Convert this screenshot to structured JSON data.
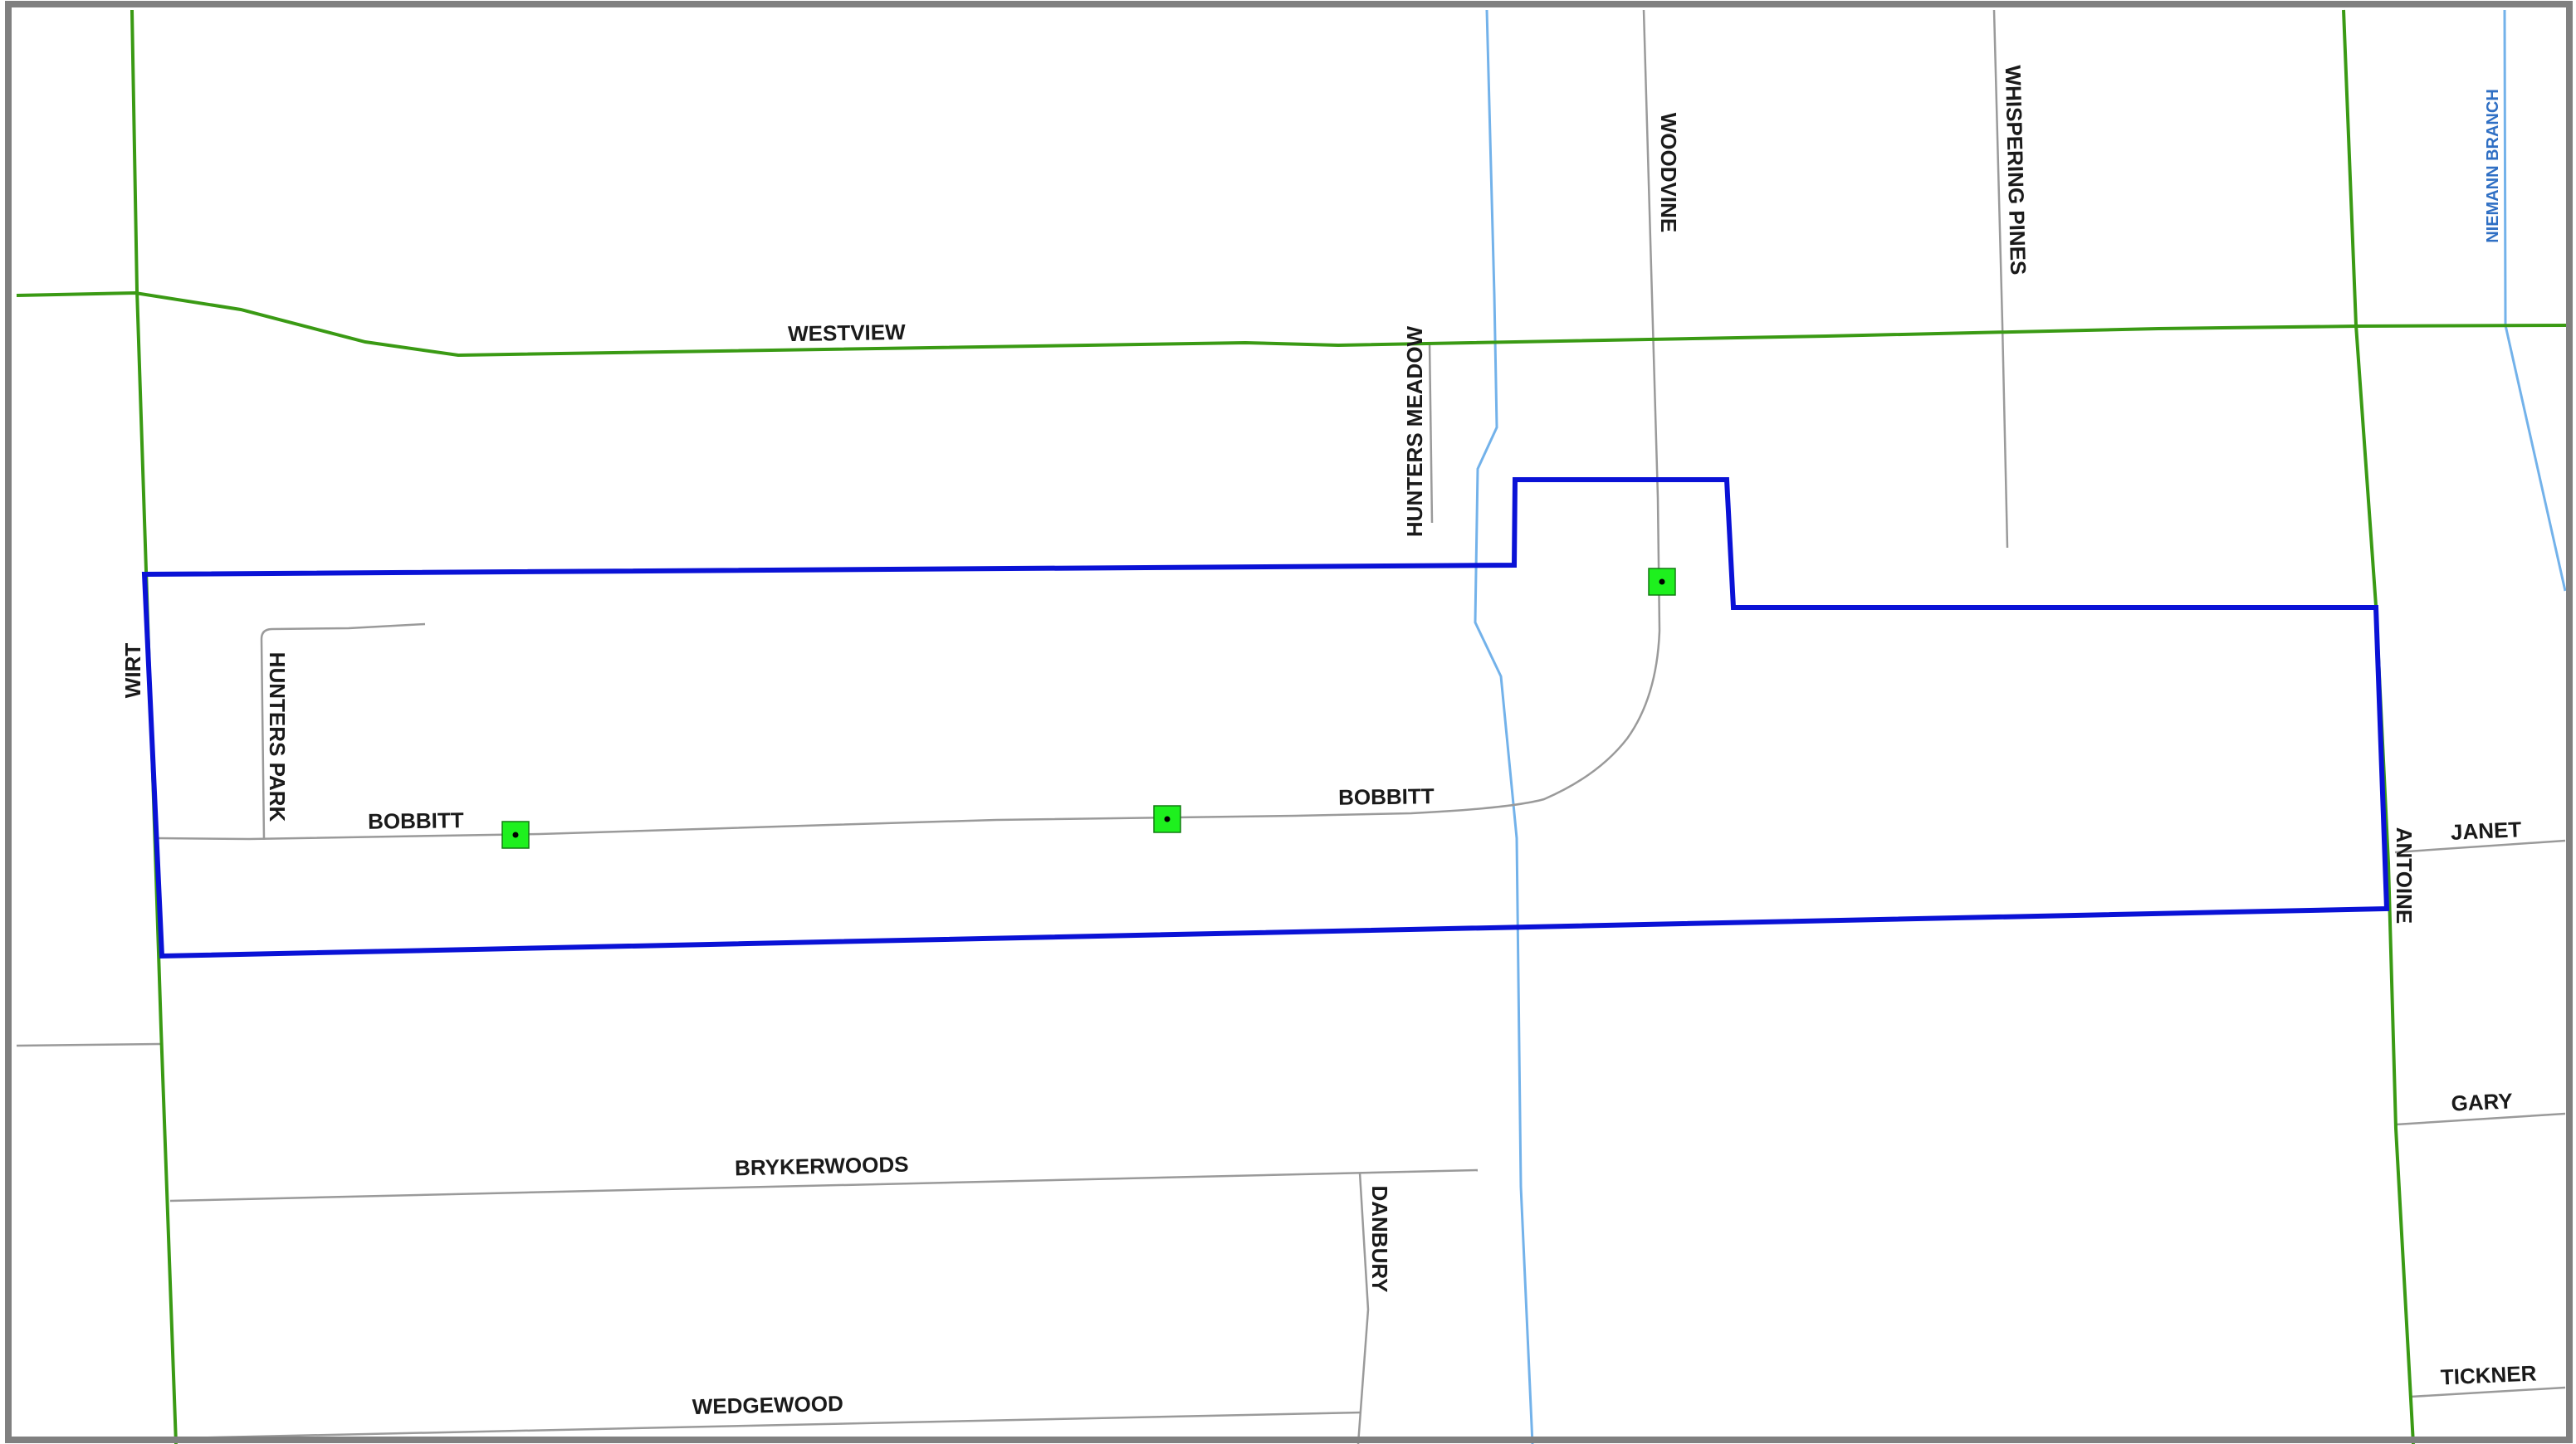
{
  "map": {
    "colors": {
      "frame": "#808080",
      "background": "#ffffff",
      "major_road": "#3a9a14",
      "minor_road": "#9a9a9a",
      "waterway": "#73b2ea",
      "waterway_label": "#2f6fc4",
      "boundary": "#0a12d6",
      "marker_fill": "#1ef01e",
      "marker_stroke": "#127a12",
      "marker_dot": "#000000",
      "label": "#1a1a1a"
    },
    "labels": {
      "westview": "WESTVIEW",
      "wirt": "WIRT",
      "antoine": "ANTOINE",
      "hunters_meadow": "HUNTERS MEADOW",
      "woodvine": "WOODVINE",
      "whispering_pines": "WHISPERING PINES",
      "niemann_branch": "NIEMANN BRANCH",
      "hunters_park": "HUNTERS PARK",
      "bobbitt_west": "BOBBITT",
      "bobbitt_east": "BOBBITT",
      "janet": "JANET",
      "gary": "GARY",
      "brykerwoods": "BRYKERWOODS",
      "danbury": "DANBURY",
      "wedgewood": "WEDGEWOOD",
      "tickner": "TICKNER"
    },
    "markers": [
      {
        "name": "marker-bobbitt-west"
      },
      {
        "name": "marker-bobbitt-middle"
      },
      {
        "name": "marker-woodvine"
      }
    ]
  }
}
